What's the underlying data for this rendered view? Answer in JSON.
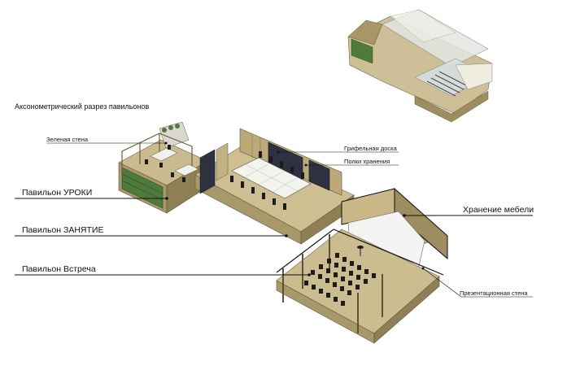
{
  "diagram": {
    "title": "Аксонометрический разрез павильонов",
    "labels": {
      "green_wall": "Зеленая стена",
      "chalk_board": "Грифельная доска",
      "storage_shelves": "Полки хранения",
      "pavilion_lessons": "Павильон УРОКИ",
      "pavilion_activity": "Павильон ЗАНЯТИЕ",
      "pavilion_meeting": "Павильон Встреча",
      "furniture_storage": "Хранение мебели",
      "presentation_wall": "Презентационная стена"
    },
    "colors": {
      "wood": "#b9a878",
      "wood_dark": "#8f7f56",
      "floor": "#c8b98c",
      "wall_dark": "#2e3140",
      "green": "#4f7a3e",
      "screen": "#f4f4f2",
      "glass": "#d9e4e6",
      "chairs": "#1c1c1c"
    }
  }
}
